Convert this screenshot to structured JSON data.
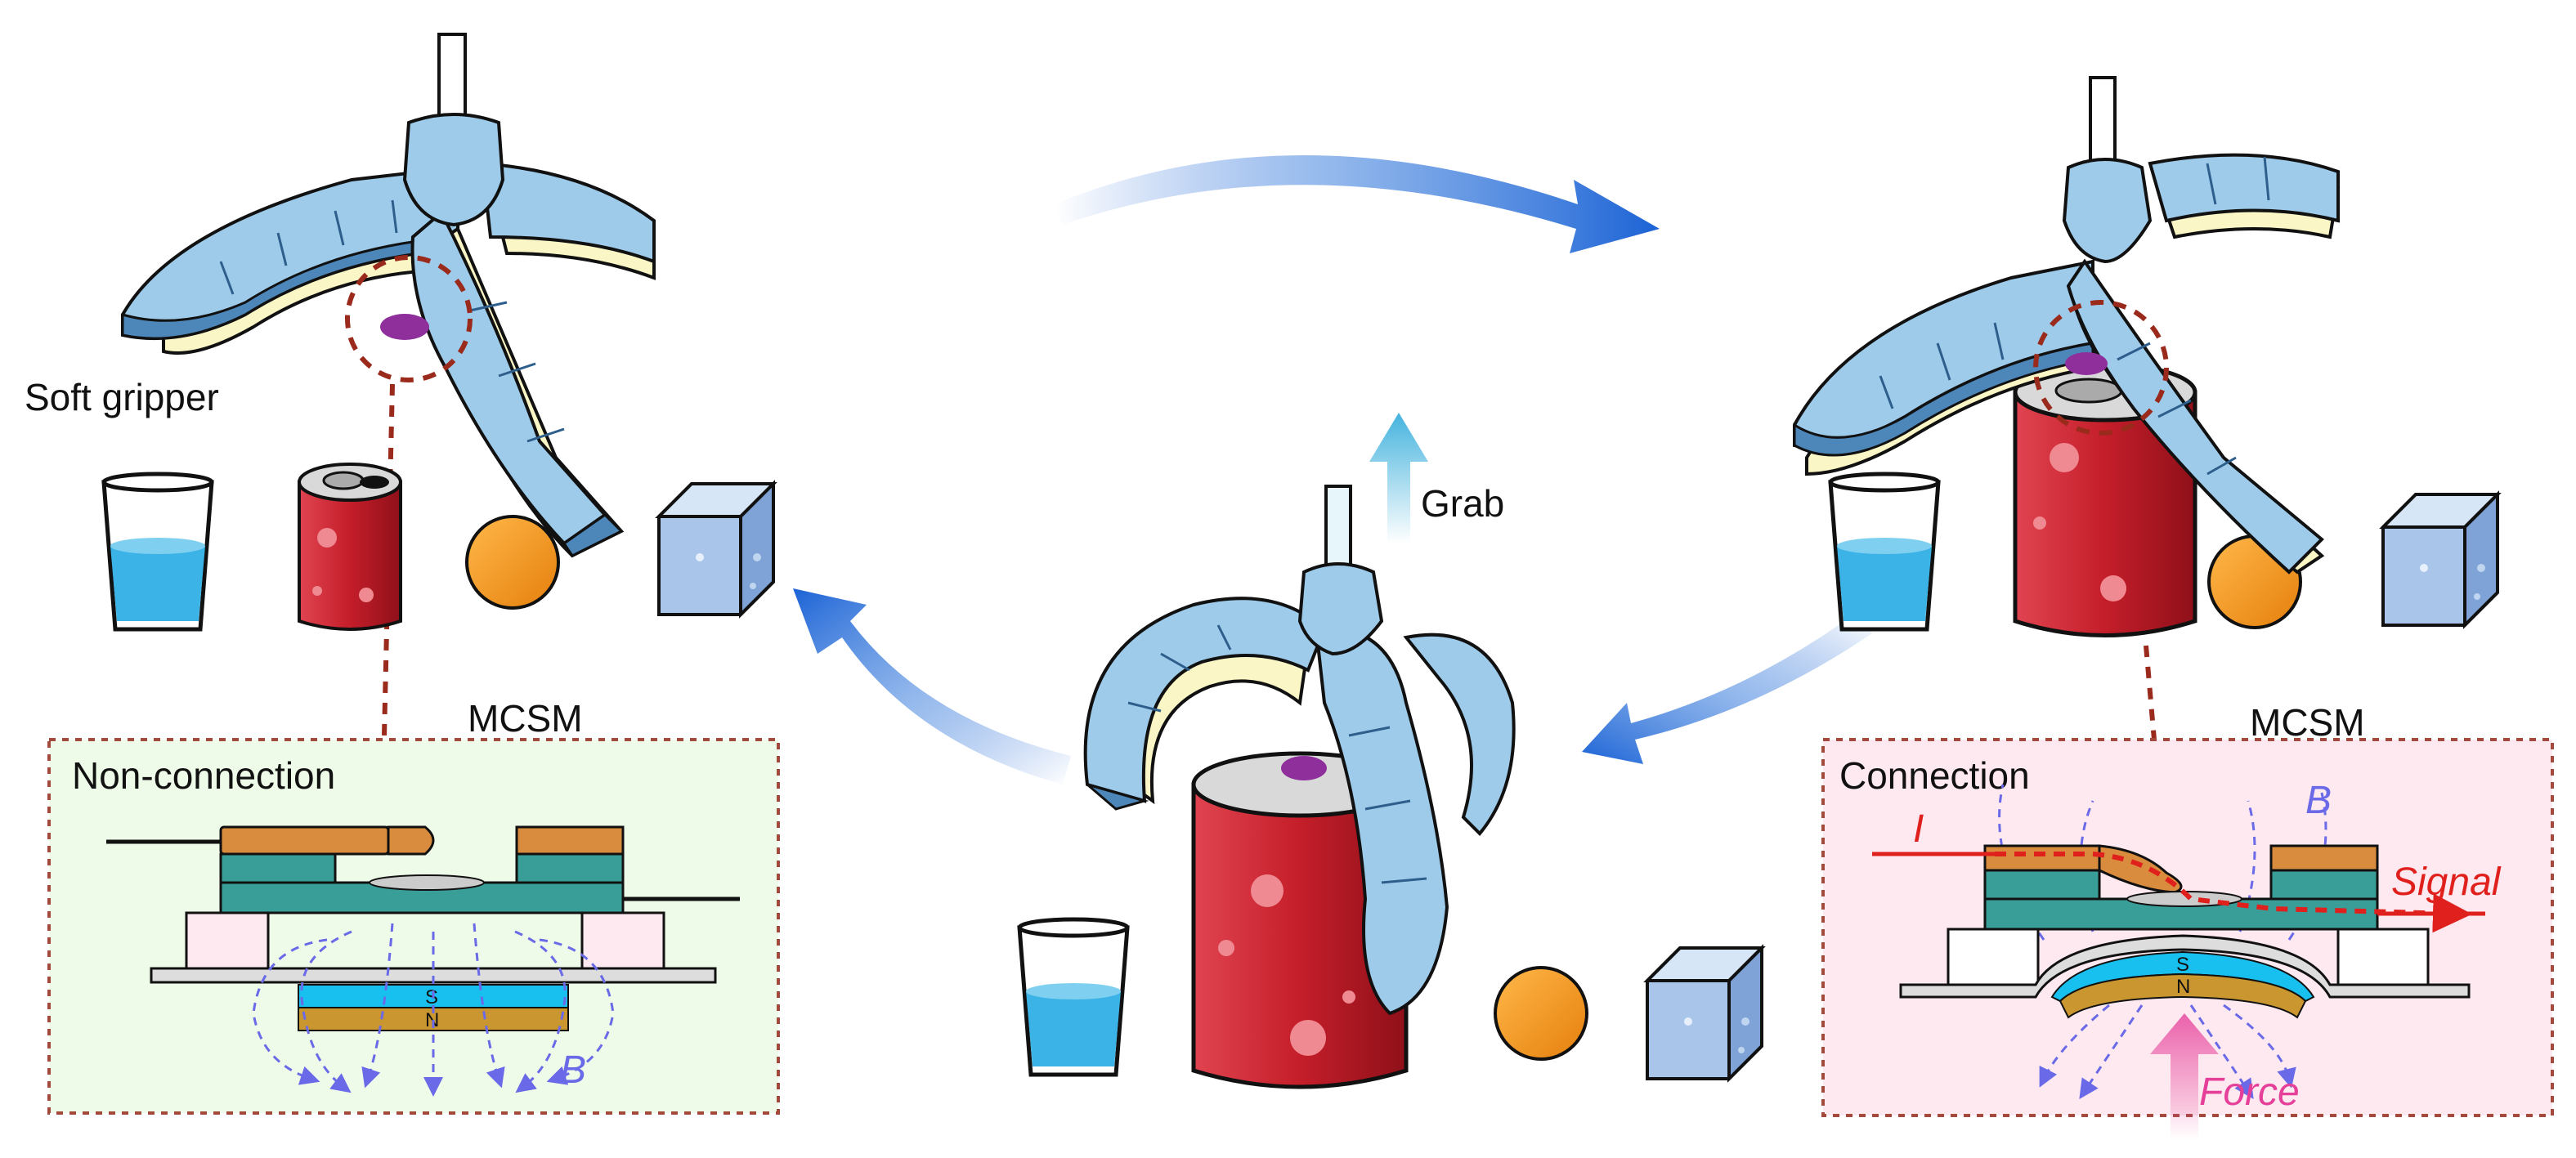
{
  "labels": {
    "soft_gripper": "Soft gripper",
    "grab": "Grab",
    "mcsm_left": "MCSM",
    "mcsm_right": "MCSM"
  },
  "left_panel": {
    "title": "Non-connection",
    "magnet_s": "S",
    "magnet_n": "N",
    "field_label": "B"
  },
  "right_panel": {
    "title": "Connection",
    "current_label": "I",
    "signal_label": "Signal",
    "field_label": "B",
    "force_label": "Force",
    "magnet_s": "S",
    "magnet_n": "N"
  },
  "colors": {
    "gripper_light": "#9ecbea",
    "gripper_mid": "#6ea9d8",
    "gripper_dark": "#4d86b8",
    "gripper_liner": "#fbf6c6",
    "can_red": "#c41e2a",
    "orange_ball": "#f7941d",
    "water": "#3bb3e6",
    "ice": "#a9c6ea",
    "arrow_blue": "#1c63d6",
    "grab_arrow": "#45b3de",
    "pad_purple": "#8e2f9c",
    "dashed_circle": "#9a2a1c",
    "panel_green_bg": "#eefbe8",
    "panel_pink_bg": "#fde9ef",
    "panel_border": "#a34a3c",
    "field_lines": "#6a6ae8",
    "magnet_cyan": "#18c0f0",
    "magnet_gold": "#c9962f",
    "contact_orange": "#d98c3e",
    "contact_teal": "#3a9e98",
    "signal_red": "#e0201c",
    "force_pink": "#e63f9a"
  },
  "icons": [
    "soft-gripper-icon",
    "water-glass-icon",
    "soda-can-icon",
    "orange-ball-icon",
    "ice-cube-icon",
    "cycle-arrow-icon",
    "grab-arrow-icon",
    "magnet-icon",
    "force-arrow-icon"
  ]
}
